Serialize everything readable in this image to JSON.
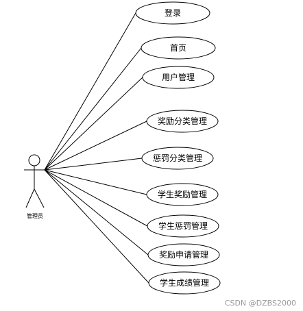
{
  "diagram": {
    "actor": {
      "label": "管理员"
    },
    "use_cases": [
      {
        "label": "登录"
      },
      {
        "label": "首页"
      },
      {
        "label": "用户管理"
      },
      {
        "label": "奖励分类管理"
      },
      {
        "label": "惩罚分类管理"
      },
      {
        "label": "学生奖励管理"
      },
      {
        "label": "学生惩罚管理"
      },
      {
        "label": "奖励申请管理"
      },
      {
        "label": "学生成绩管理"
      }
    ]
  },
  "watermark": {
    "text": "CSDN @DZBS2000"
  },
  "colors": {
    "stroke": "#000000",
    "background": "#ffffff",
    "watermark": "#999999"
  }
}
